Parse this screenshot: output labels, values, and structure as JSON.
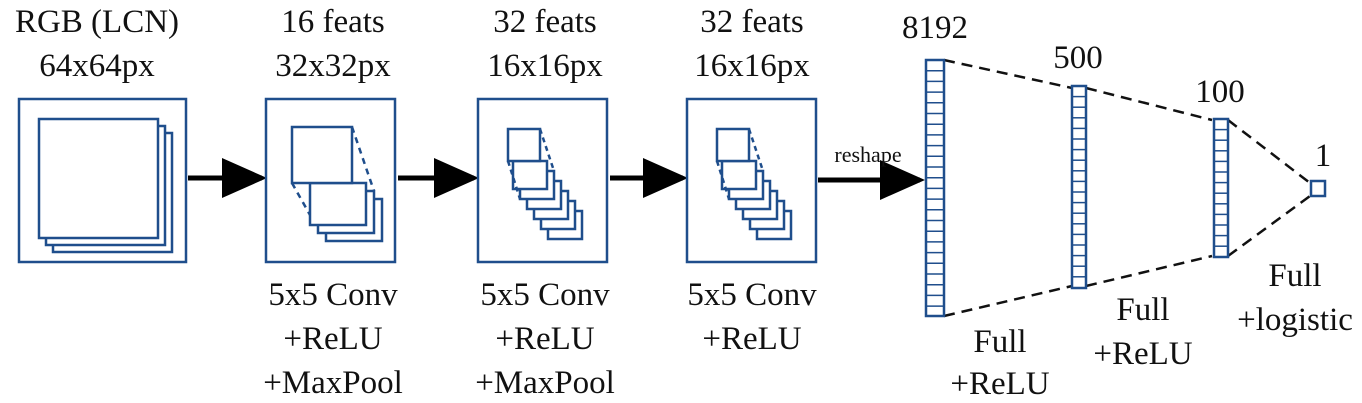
{
  "colors": {
    "box_stroke": "#1f4e8c",
    "arrow": "#000000",
    "text": "#111111",
    "dash": "#111111"
  },
  "input": {
    "title": "RGB (LCN)",
    "size": "64x64px"
  },
  "conv_blocks": [
    {
      "feats": "16 feats",
      "size": "32x32px",
      "ops": [
        "5x5 Conv",
        "+ReLU",
        "+MaxPool"
      ]
    },
    {
      "feats": "32 feats",
      "size": "16x16px",
      "ops": [
        "5x5 Conv",
        "+ReLU",
        "+MaxPool"
      ]
    },
    {
      "feats": "32 feats",
      "size": "16x16px",
      "ops": [
        "5x5 Conv",
        "+ReLU"
      ]
    }
  ],
  "reshape_label": "reshape",
  "fc_layers": [
    {
      "units": "8192",
      "ops": [
        "Full",
        "+ReLU"
      ]
    },
    {
      "units": "500",
      "ops": [
        "Full",
        "+ReLU"
      ]
    },
    {
      "units": "100",
      "ops": [
        "Full",
        "+logistic"
      ]
    },
    {
      "units": "1"
    }
  ]
}
